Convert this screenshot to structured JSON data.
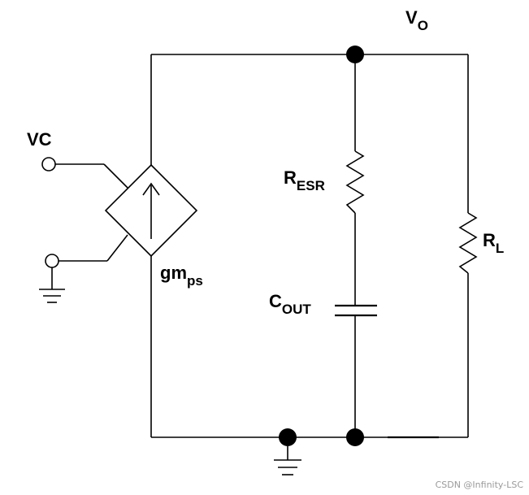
{
  "diagram": {
    "labels": {
      "vo": {
        "main": "V",
        "sub": "O"
      },
      "vc": "VC",
      "gm": {
        "main": "gm",
        "sub": "ps"
      },
      "resr": {
        "main": "R",
        "sub": "ESR"
      },
      "cout": {
        "main": "C",
        "sub": "OUT"
      },
      "rl": {
        "main": "R",
        "sub": "L"
      }
    },
    "watermark": "CSDN @Infinity-LSC"
  }
}
